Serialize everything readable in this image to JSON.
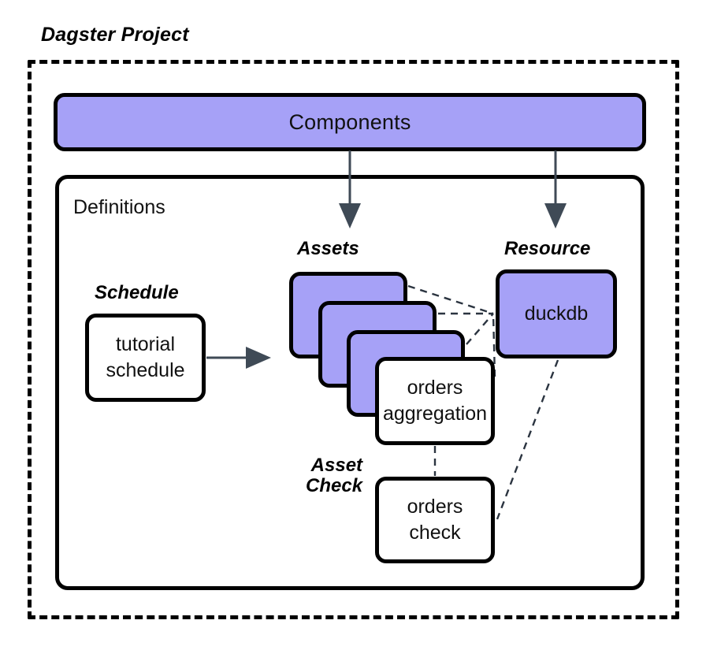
{
  "project": {
    "title": "Dagster Project"
  },
  "components": {
    "label": "Components"
  },
  "definitions": {
    "label": "Definitions"
  },
  "groups": {
    "assets_label": "Assets",
    "resource_label": "Resource",
    "schedule_label": "Schedule",
    "asset_check_label_line1": "Asset",
    "asset_check_label_line2": "Check"
  },
  "nodes": {
    "schedule": {
      "line1": "tutorial",
      "line2": "schedule"
    },
    "orders_aggregation": {
      "line1": "orders",
      "line2": "aggregation"
    },
    "orders_check": {
      "line1": "orders",
      "line2": "check"
    },
    "duckdb": {
      "line1": "duckdb"
    }
  },
  "colors": {
    "accent_purple": "#a6a1f7",
    "stroke_black": "#000000",
    "arrow_slate": "#3f4a56",
    "background": "#ffffff"
  }
}
